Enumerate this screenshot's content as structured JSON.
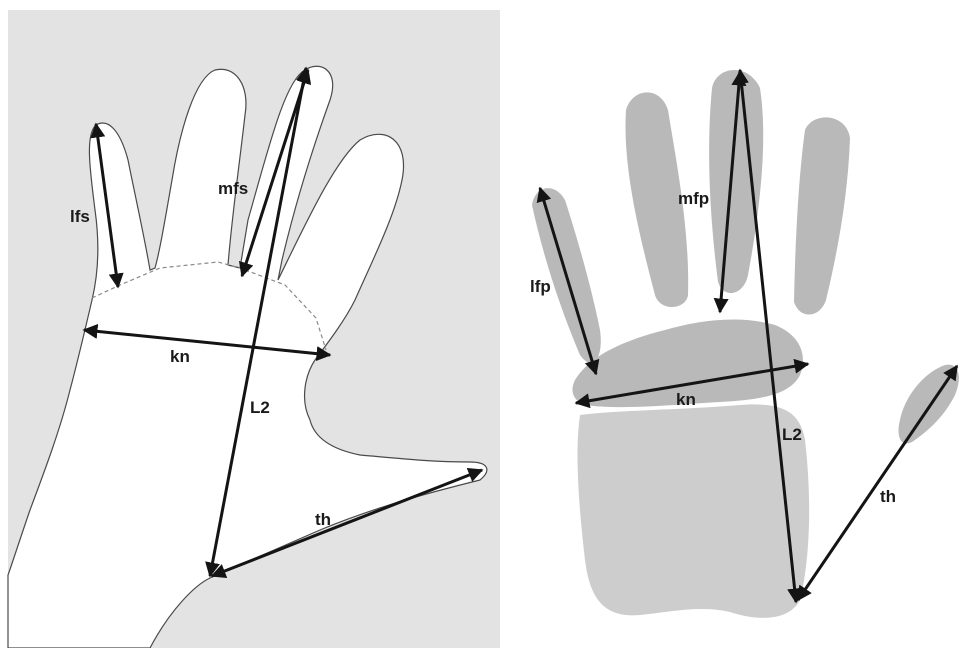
{
  "colors": {
    "left_panel_bg": "#e3e3e3",
    "silhouette_fill": "#ffffff",
    "silhouette_outline": "#4a4a4a",
    "print_ink": "#b9b9b9",
    "arrow": "#141414"
  },
  "left_panel": {
    "labels": {
      "lfs": "lfs",
      "mfs": "mfs",
      "kn": "kn",
      "L2": "L2",
      "th": "th"
    }
  },
  "right_panel": {
    "labels": {
      "lfp": "lfp",
      "mfp": "mfp",
      "kn": "kn",
      "L2": "L2",
      "th": "th"
    }
  }
}
